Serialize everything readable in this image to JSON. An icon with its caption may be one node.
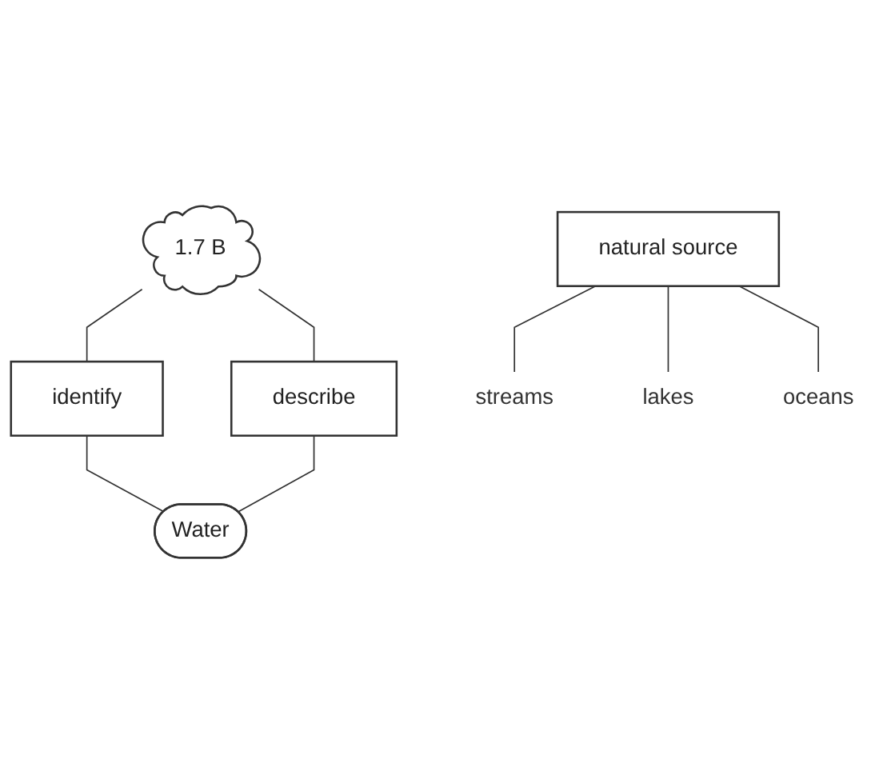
{
  "diagram": {
    "nodes": [
      {
        "text": [
          "1.7 B"
        ]
      },
      {
        "text": [
          "identify"
        ]
      },
      {
        "text": [
          "describe"
        ]
      },
      {
        "text": [
          "Water"
        ]
      },
      {
        "text": [
          "natural source"
        ]
      },
      {
        "text": [
          "streams"
        ]
      },
      {
        "text": [
          "lakes"
        ]
      },
      {
        "text": [
          "oceans"
        ]
      }
    ],
    "edges": [
      {
        "from": 0,
        "to": 1,
        "arrow": "none"
      },
      {
        "from": 0,
        "to": 2,
        "arrow": "none"
      },
      {
        "from": 1,
        "to": 3,
        "arrow": "none"
      },
      {
        "from": 2,
        "to": 3,
        "arrow": "none"
      },
      {
        "from": 4,
        "to": 5,
        "arrow": "none"
      },
      {
        "from": 4,
        "to": 6,
        "arrow": "none"
      },
      {
        "from": 4,
        "to": 7,
        "arrow": "none"
      }
    ]
  }
}
